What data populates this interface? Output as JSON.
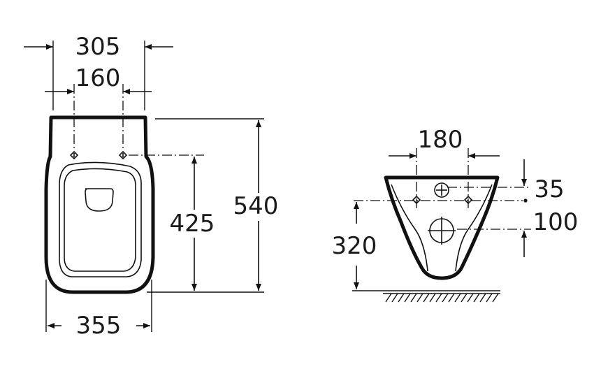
{
  "front_view": {
    "width_top": "305",
    "fixing_spacing": "160",
    "bowl_width": "355",
    "fixing_height": "425",
    "total_length": "540"
  },
  "side_view": {
    "fixing_spacing": "180",
    "top_offset": "35",
    "outlet_offset": "100",
    "fixing_height_floor": "320"
  }
}
